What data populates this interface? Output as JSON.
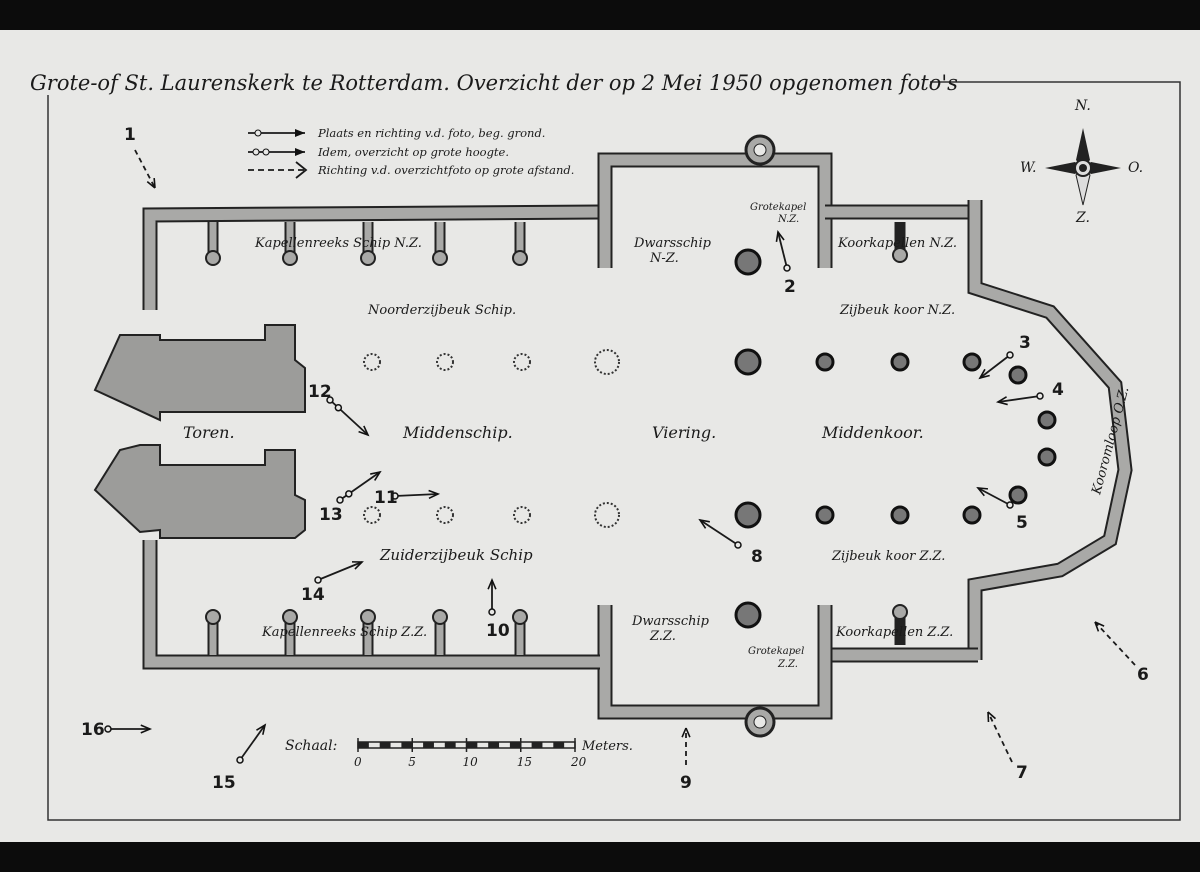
{
  "title": "Grote-of St. Laurenskerk te Rotterdam. Overzicht der op 2 Mei 1950 opgenomen foto's",
  "legend": [
    {
      "symbol": "single-circle-arrow",
      "label": "Plaats en richting v.d. foto, beg. grond."
    },
    {
      "symbol": "double-circle-arrow",
      "label": "Idem, overzicht op grote hoogte."
    },
    {
      "symbol": "dashed-arrow",
      "label": "Richting v.d. overzichtfoto op grote afstand."
    }
  ],
  "compass": {
    "north": "N.",
    "west": "W.",
    "east": "O.",
    "south": "Z."
  },
  "rooms": [
    "Kapellenreeks Schip N.Z.",
    "Dwarsschip",
    "N-Z.",
    "Grotekapel",
    "N.Z.",
    "Koorkapellen N.Z.",
    "Noorderzijbeuk Schip.",
    "Zijbeuk koor N.Z.",
    "Toren.",
    "Middenschip.",
    "Viering.",
    "Middenkoor.",
    "Kooromloop O.Z.",
    "Zuiderzijbeuk Schip",
    "Zijbeuk koor Z.Z.",
    "Kapellenreeks Schip Z.Z.",
    "Dwarsschip",
    "Z.Z.",
    "Grotekapel",
    "Z.Z.",
    "Koorkapellen Z.Z."
  ],
  "photo_points": [
    "1",
    "2",
    "3",
    "4",
    "5",
    "6",
    "7",
    "8",
    "9",
    "10",
    "11",
    "12",
    "13",
    "14",
    "15",
    "16"
  ],
  "scale": {
    "label": "Schaal:",
    "ticks": [
      "0",
      "5",
      "10",
      "15",
      "20"
    ],
    "unit": "Meters."
  }
}
